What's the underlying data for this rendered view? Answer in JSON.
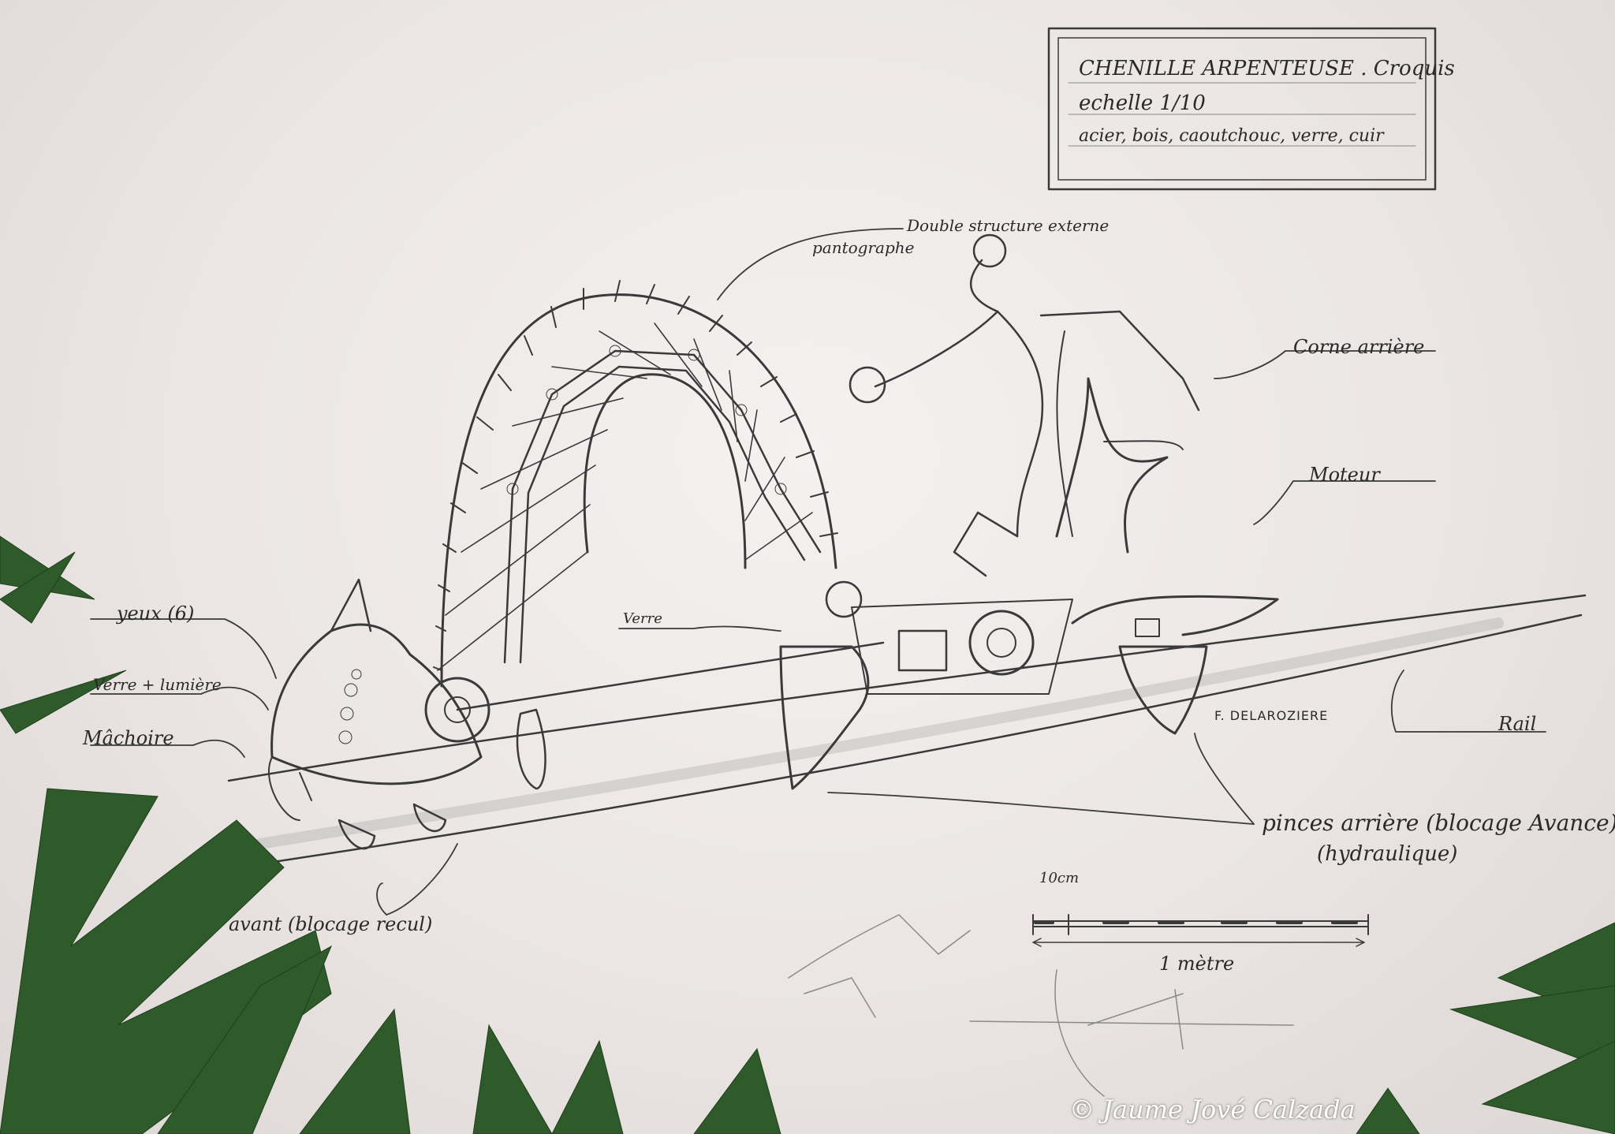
{
  "title_block": {
    "line1": "CHENILLE ARPENTEUSE . Croquis",
    "line2": "echelle 1/10",
    "line3": "acier, bois, caoutchouc, verre, cuir"
  },
  "annotations": {
    "double_structure": "Double structure externe",
    "pantographe": "pantographe",
    "corne": "Corne arrière",
    "moteur": "Moteur",
    "yeux": "yeux (6)",
    "verre_lumiere": "Verre + lumière",
    "machoire": "Mâchoire",
    "verre": "Verre",
    "rail": "Rail",
    "signature": "F. DELAROZIERE",
    "pinces_arriere": "pinces arrière (blocage Avance)",
    "hydraulique": "(hydraulique)",
    "pinces_avant": "avant (blocage recul)"
  },
  "scale_bar": {
    "segment_label": "10cm",
    "total_label": "1 mètre"
  },
  "copyright": "© Jaume Jové Calzada"
}
